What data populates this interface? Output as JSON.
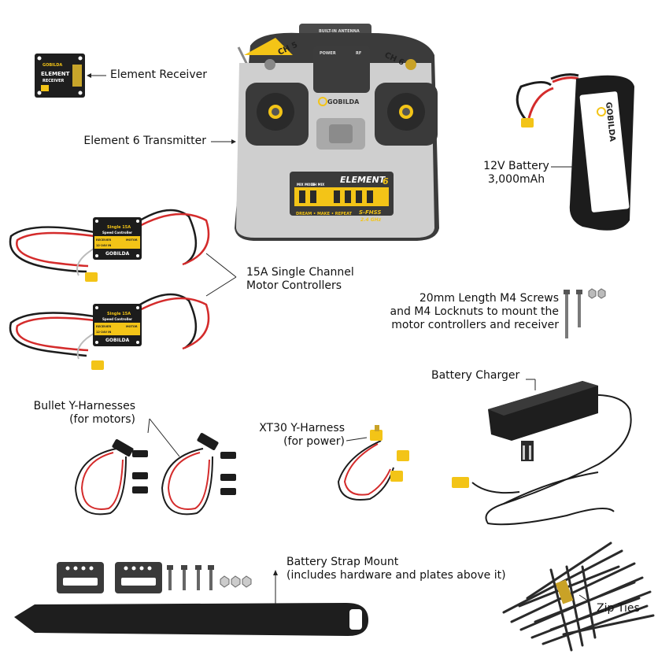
{
  "labels": {
    "element_receiver": "Element Receiver",
    "element6_transmitter": "Element 6 Transmitter",
    "battery_line1": "12V Battery",
    "battery_line2": "3,000mAh",
    "motor_ctrl_line1": "15A Single Channel",
    "motor_ctrl_line2": "Motor Controllers",
    "screws_line1": "20mm Length M4 Screws",
    "screws_line2": "and M4 Locknuts to mount the",
    "screws_line3": "motor controllers and receiver",
    "battery_charger": "Battery Charger",
    "bullet_line1": "Bullet Y-Harnesses",
    "bullet_line2": "(for motors)",
    "xt30_line1": "XT30 Y-Harness",
    "xt30_line2": "(for power)",
    "strap_line1": "Battery Strap Mount",
    "strap_line2": "(includes hardware and plates above it)",
    "zip_ties": "Zip Ties"
  },
  "receiver": {
    "brand": "GOBILDA",
    "line1": "ELEMENT",
    "line2": "RECEIVER"
  },
  "transmitter": {
    "top": "BUILT-IN ANTENNA",
    "power": "POWER",
    "rf": "RF",
    "ch5": "CH 5",
    "ch6": "CH 6",
    "brand": "GOBILDA",
    "model": "ELEMENT",
    "model_num": "6",
    "slogan": "DREAM • MAKE • REPEAT",
    "protocol": "S-FHSS",
    "freq": "2.4 GHz",
    "mode_label": "MIX MODE",
    "ch_label": "CH MIX"
  },
  "motor_controller": {
    "title": "Single 15A",
    "subtitle": "Speed Controller",
    "receiver": "RECEIVER",
    "motor": "MOTOR",
    "voltage": "12-24V IN",
    "brand": "GOBILDA"
  },
  "battery": {
    "brand": "GOBILDA"
  },
  "colors": {
    "yellow": "#f3c417",
    "red": "#d42b2b",
    "dark": "#1c1c1c",
    "grey": "#9a9a9a"
  }
}
